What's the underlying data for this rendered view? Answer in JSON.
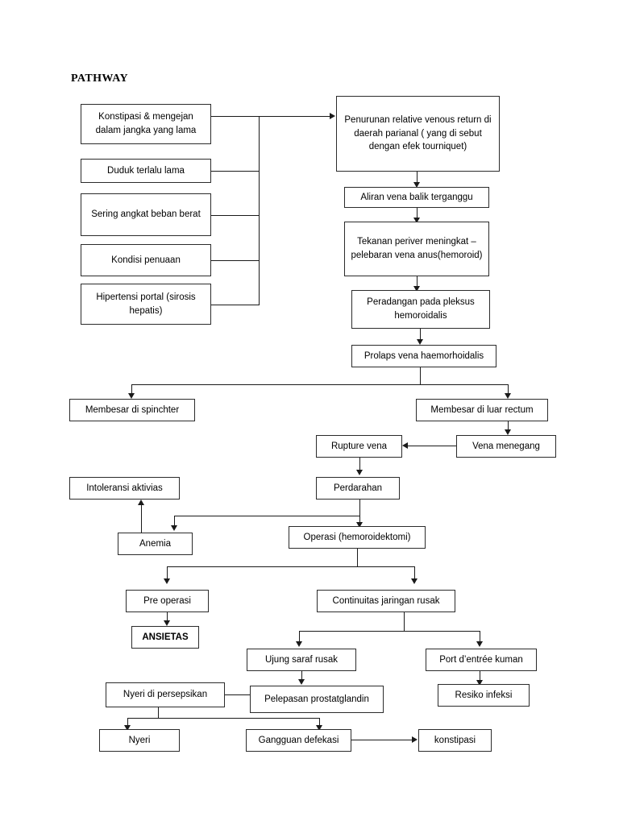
{
  "document": {
    "title": "PATHWAY"
  },
  "nodes": {
    "konstipasi_mengejan": "Konstipasi & mengejan dalam jangka yang lama",
    "duduk_terlalu_lama": "Duduk terlalu lama",
    "sering_angkat_beban": "Sering angkat beban berat",
    "kondisi_penuaan": "Kondisi penuaan",
    "hipertensi_portal": "Hipertensi portal (sirosis hepatis)",
    "penurunan_relative": "Penurunan relative venous return di daerah parianal ( yang di sebut dengan efek tourniquet)",
    "aliran_vena_balik": "Aliran vena balik terganggu",
    "tekanan_periver": "Tekanan periver meningkat – pelebaran vena anus(hemoroid)",
    "peradangan_pleksus": "Peradangan pada pleksus hemoroidalis",
    "prolaps_vena": "Prolaps vena haemorhoidalis",
    "membesar_spinchter": "Membesar di spinchter",
    "membesar_luar_rectum": "Membesar di luar rectum",
    "vena_menegang": "Vena menegang",
    "rupture_vena": "Rupture vena",
    "perdarahan": "Perdarahan",
    "intoleransi_aktivias": "Intoleransi aktivias",
    "anemia": "Anemia",
    "operasi": "Operasi (hemoroidektomi)",
    "pre_operasi": "Pre operasi",
    "ansietas": "ANSIETAS",
    "continuitas_jaringan": "Continuitas jaringan rusak",
    "ujung_saraf_rusak": "Ujung saraf rusak",
    "port_dentree_kuman": "Port d’entrée kuman",
    "resiko_infeksi": "Resiko infeksi",
    "nyeri_dipersepsikan": "Nyeri di persepsikan",
    "pelepasan_prostatglandin": "Pelepasan prostatglandin",
    "nyeri": "Nyeri",
    "gangguan_defekasi": "Gangguan defekasi",
    "konstipasi": "konstipasi"
  },
  "style": {
    "ink": "#1a1a1a",
    "border": "#2b2b2b",
    "paper": "#ffffff"
  }
}
